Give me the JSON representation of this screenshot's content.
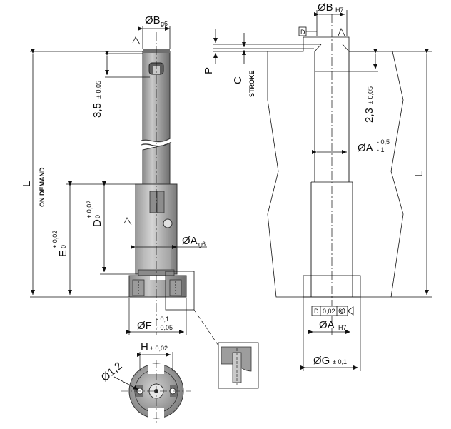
{
  "labels": {
    "ob_g6": "ØB",
    "ob_g6_sub": "g6",
    "ob_h7": "ØB",
    "ob_h7_sub": "H7",
    "datum_d_top": "D",
    "p": "P",
    "c": "C",
    "stroke": "STROKE",
    "tol_35": "3,5",
    "tol_35_sub": "± 0,05",
    "tol_23": "2,3",
    "tol_23_sub": "± 0,05",
    "oa_minus": "ØA",
    "oa_minus_sup": "- 0,5",
    "oa_minus_sub": "- 1",
    "l_left": "L",
    "on_demand": "ON DEMAND",
    "l_right": "L",
    "e": "E",
    "e_tol_sup": "+ 0,02",
    "e_tol_sub": "0",
    "d": "D",
    "d_tol_sup": "+ 0,02",
    "d_tol_sub": "0",
    "oa_g6": "ØA",
    "oa_g6_sub": "g6",
    "of": "ØF",
    "of_sup": "- 0,1",
    "of_sub": "- 0,05",
    "frame_d": "D",
    "frame_tol": "0,02",
    "oa_h7": "ØA",
    "oa_h7_sub": "H7",
    "og": "ØG",
    "og_sub": "± 0,1",
    "h": "H",
    "h_sub": "± 0,02",
    "o12": "Ø1,2"
  },
  "colors": {
    "metal_dark": "#7d7d7d",
    "metal_mid": "#a6a6a6",
    "metal_light": "#d4d4d4",
    "line": "#111111"
  }
}
